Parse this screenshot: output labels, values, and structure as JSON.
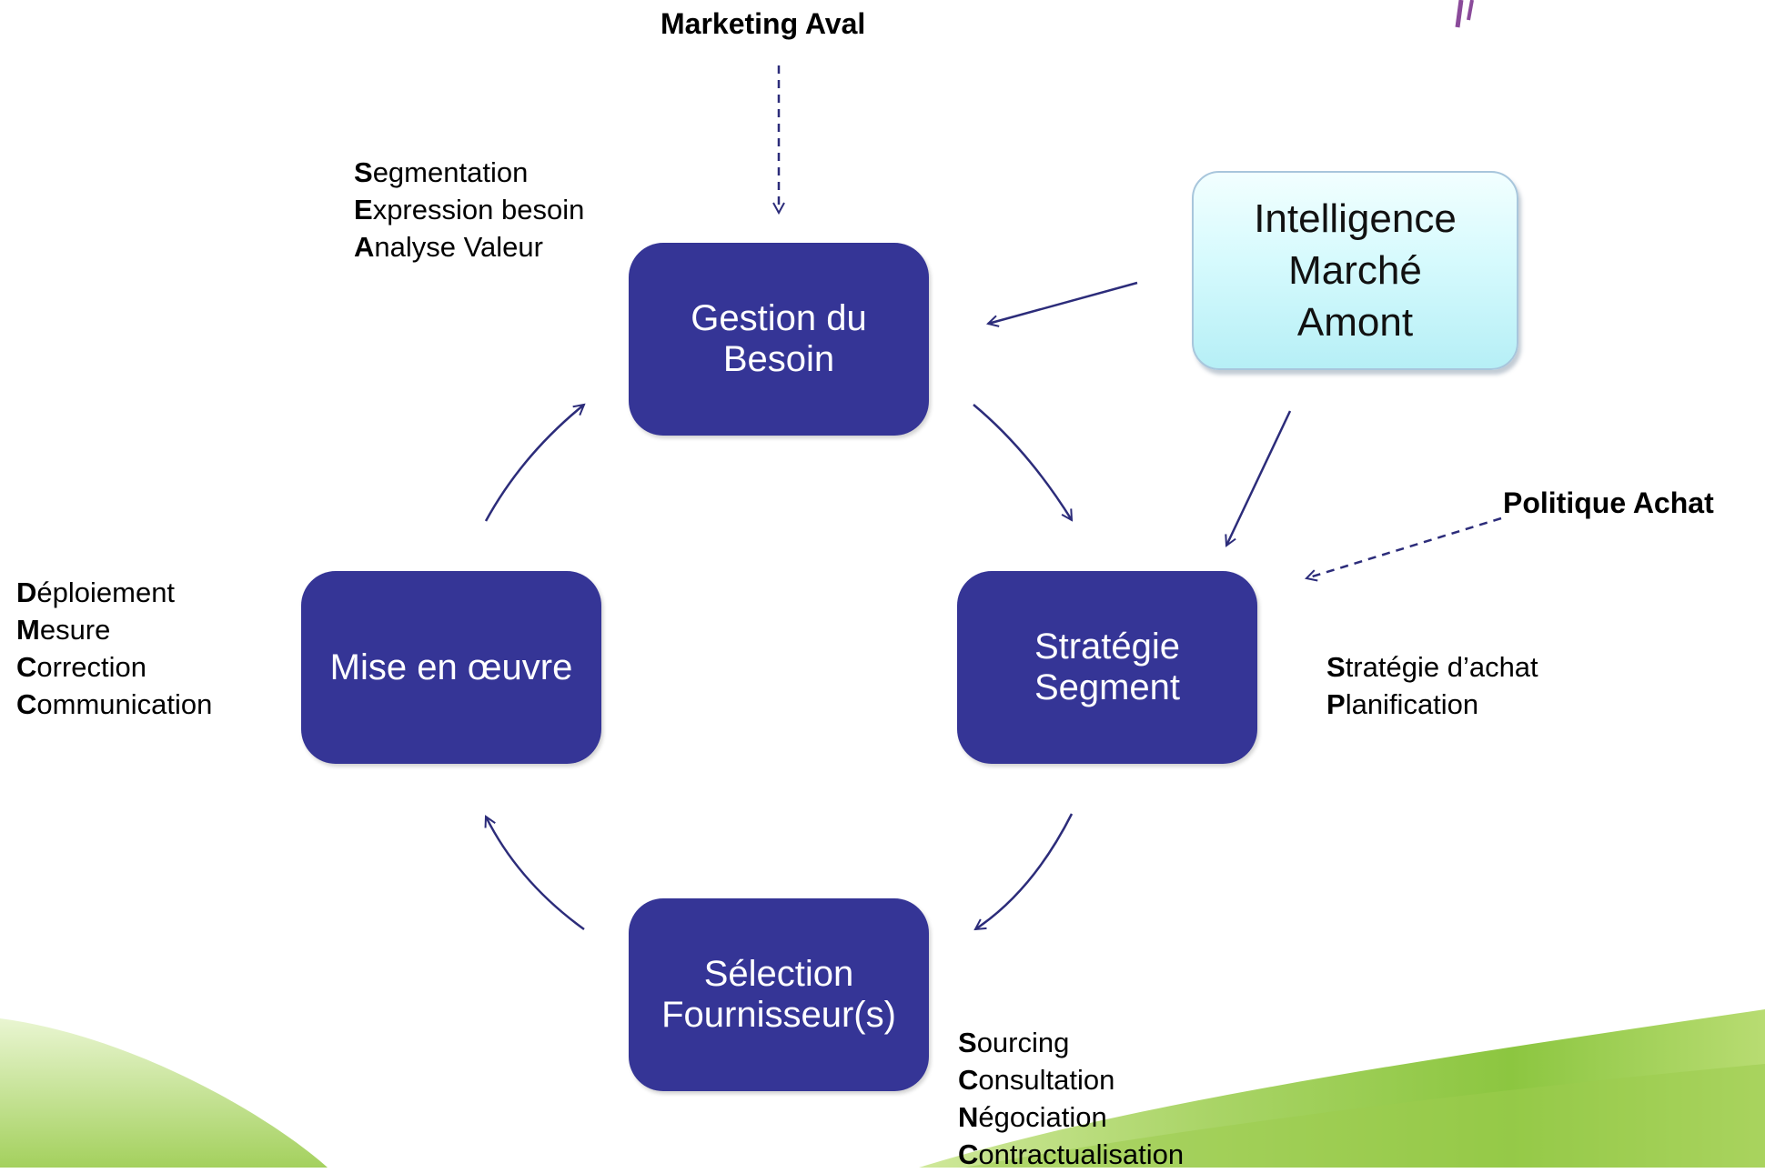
{
  "headings": {
    "marketing_aval": "Marketing Aval",
    "politique_achat": "Politique Achat"
  },
  "boxes": {
    "gestion_besoin": [
      "Gestion du",
      "Besoin"
    ],
    "strategie_segment": [
      "Stratégie",
      "Segment"
    ],
    "selection_fournisseurs": [
      "Sélection",
      "Fournisseur(s)"
    ],
    "mise_en_oeuvre": [
      "Mise en œuvre"
    ],
    "intelligence_marche": [
      "Intelligence",
      "Marché",
      "Amont"
    ]
  },
  "lists": {
    "gestion_besoin": [
      {
        "initial": "S",
        "rest": "egmentation"
      },
      {
        "initial": "E",
        "rest": "xpression besoin"
      },
      {
        "initial": "A",
        "rest": "nalyse Valeur"
      }
    ],
    "mise_en_oeuvre": [
      {
        "initial": "D",
        "rest": "éploiement"
      },
      {
        "initial": "M",
        "rest": "esure"
      },
      {
        "initial": "C",
        "rest": "orrection"
      },
      {
        "initial": "C",
        "rest": "ommunication"
      }
    ],
    "strategie_segment": [
      {
        "initial": "S",
        "rest": "tratégie d’achat"
      },
      {
        "initial": "P",
        "rest": "lanification"
      }
    ],
    "selection_fournisseurs": [
      {
        "initial": "S",
        "rest": "ourcing"
      },
      {
        "initial": "C",
        "rest": "onsultation"
      },
      {
        "initial": "N",
        "rest": "égociation"
      },
      {
        "initial": "C",
        "rest": "ontractualisation"
      }
    ]
  },
  "colors": {
    "box_fill": "#353596",
    "arrow": "#2c2c7a",
    "intel_fill": "#d6fafd",
    "wave_green_light": "#c4e28a",
    "wave_green_dark": "#7fbf3a"
  },
  "icons": [
    "decorative-logo-stroke",
    "green-wave-decoration"
  ]
}
